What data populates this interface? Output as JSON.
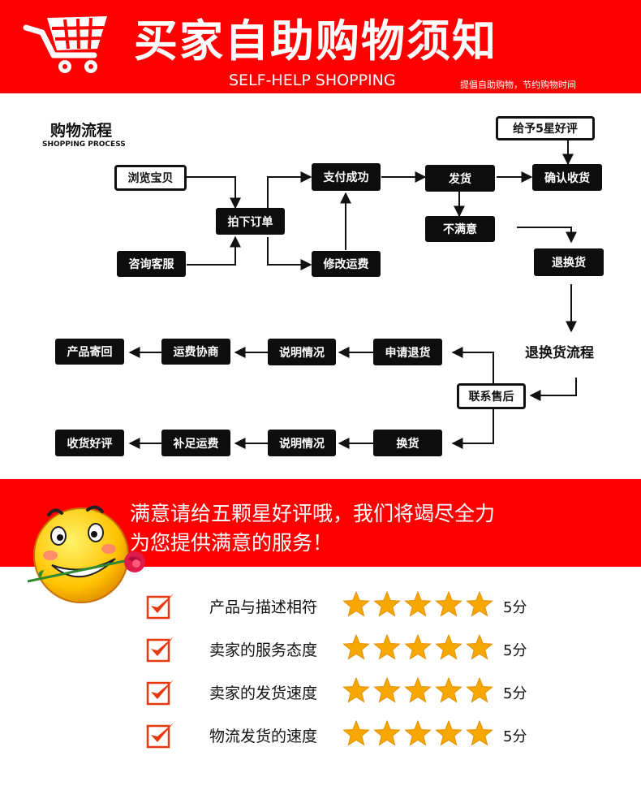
{
  "header": {
    "title": "买家自助购物须知",
    "subtitle": "SELF-HELP SHOPPING",
    "slogan": "提倡自助购物，节约购物时间",
    "cart_icon": "shopping-cart-icon",
    "color": "#ff0000"
  },
  "process": {
    "title": "购物流程",
    "subtitle": "SHOPPING PROCESS",
    "nodes": {
      "browse": "浏览宝贝",
      "consult": "咨询客服",
      "order": "拍下订单",
      "pay_success": "支付成功",
      "modify_freight": "修改运费",
      "ship": "发货",
      "confirm": "确认收货",
      "give_review": "给予5星好评",
      "unsatisfied": "不满意",
      "return_exchange": "退换货",
      "return_flow": "退换货流程",
      "contact_service": "联系售后",
      "apply_return": "申请退货",
      "explain_1": "说明情况",
      "negotiate_freight": "运费协商",
      "product_return": "产品寄回",
      "exchange": "换货",
      "explain_2": "说明情况",
      "add_freight": "补足运费",
      "receive_review": "收货好评"
    }
  },
  "banner": {
    "line1": "满意请给五颗星好评哦，我们将竭尽全力",
    "line2": "为您提供满意的服务！",
    "mascot_icon": "smiley-with-rose-icon"
  },
  "ratings": [
    {
      "label": "产品与描述相符",
      "stars": 5,
      "score": "5分"
    },
    {
      "label": "卖家的服务态度",
      "stars": 5,
      "score": "5分"
    },
    {
      "label": "卖家的发货速度",
      "stars": 5,
      "score": "5分"
    },
    {
      "label": "物流发货的速度",
      "stars": 5,
      "score": "5分"
    }
  ],
  "colors": {
    "accent": "#ff0000",
    "star": "#f7a800",
    "check": "#e8380d"
  }
}
